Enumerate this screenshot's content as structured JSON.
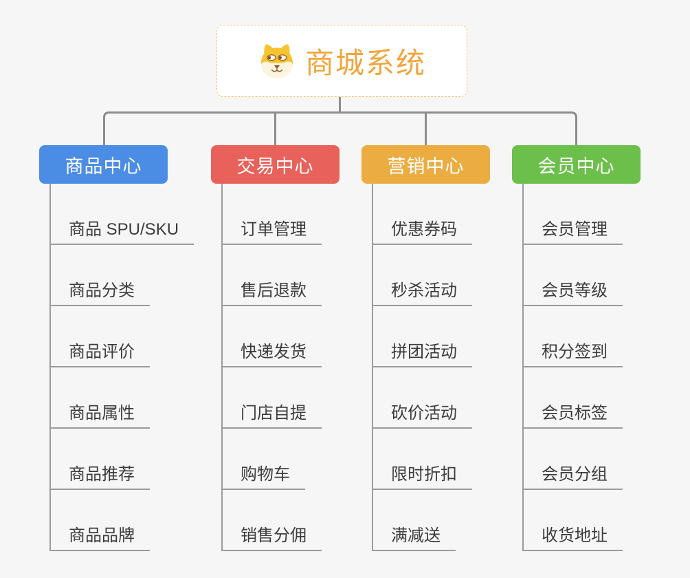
{
  "canvas": {
    "background_color": "#F6F6F6"
  },
  "root": {
    "label": "商城系统",
    "accent_color": "#F0A63C",
    "border_color": "#F3C169",
    "icon": "dog-face-icon"
  },
  "connector_color": "#8C8C8C",
  "line_color": "#9B9B9B",
  "branches": [
    {
      "label": "商品中心",
      "color": "#4B8DE4",
      "children": [
        "商品 SPU/SKU",
        "商品分类",
        "商品评价",
        "商品属性",
        "商品推荐",
        "商品品牌"
      ]
    },
    {
      "label": "交易中心",
      "color": "#E8615A",
      "children": [
        "订单管理",
        "售后退款",
        "快递发货",
        "门店自提",
        "购物车",
        "销售分佣"
      ]
    },
    {
      "label": "营销中心",
      "color": "#EBAD41",
      "children": [
        "优惠券码",
        "秒杀活动",
        "拼团活动",
        "砍价活动",
        "限时折扣",
        "满减送"
      ]
    },
    {
      "label": "会员中心",
      "color": "#6CBF4B",
      "children": [
        "会员管理",
        "会员等级",
        "积分签到",
        "会员标签",
        "会员分组",
        "收货地址"
      ]
    }
  ]
}
